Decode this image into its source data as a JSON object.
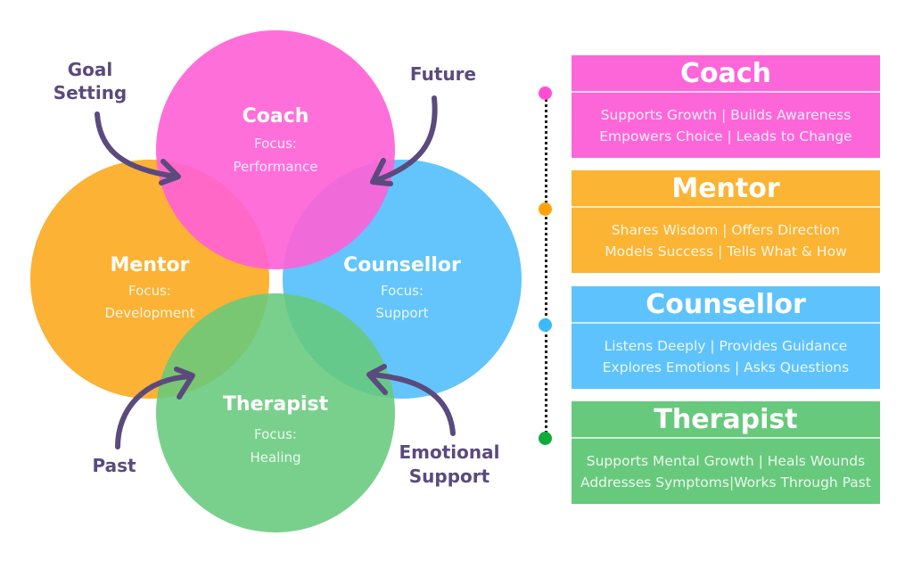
{
  "diagram": {
    "circles": [
      {
        "key": "coach",
        "title": "Coach",
        "focus_label": "Focus:",
        "focus_value": "Performance",
        "color": "#ff5fd6"
      },
      {
        "key": "mentor",
        "title": "Mentor",
        "focus_label": "Focus:",
        "focus_value": "Development",
        "color": "#fbaf2e"
      },
      {
        "key": "counsellor",
        "title": "Counsellor",
        "focus_label": "Focus:",
        "focus_value": "Support",
        "color": "#5ec3fc"
      },
      {
        "key": "therapist",
        "title": "Therapist",
        "focus_label": "Focus:",
        "focus_value": "Healing",
        "color": "#67c97c"
      }
    ],
    "callouts": {
      "goal_setting": [
        "Goal",
        "Setting"
      ],
      "future": "Future",
      "past": "Past",
      "emotional_support": [
        "Emotional",
        "Support"
      ]
    },
    "callout_color": "#5b4a7e"
  },
  "timeline": {
    "dots": [
      {
        "color": "#ff4fd0"
      },
      {
        "color": "#ffa30a"
      },
      {
        "color": "#3bbaff"
      },
      {
        "color": "#0eac3a"
      }
    ]
  },
  "cards": [
    {
      "title": "Coach",
      "lines": [
        "Supports Growth | Builds Awareness",
        "Empowers Choice | Leads to Change"
      ],
      "color": "#fd66d8"
    },
    {
      "title": "Mentor",
      "lines": [
        "Shares Wisdom | Offers Direction",
        "Models Success | Tells What & How"
      ],
      "color": "#fbb433"
    },
    {
      "title": "Counsellor",
      "lines": [
        "Listens Deeply | Provides Guidance",
        "Explores Emotions | Asks Questions"
      ],
      "color": "#5ec3fc"
    },
    {
      "title": "Therapist",
      "lines": [
        "Supports Mental Growth | Heals Wounds",
        "Addresses Symptoms|Works Through Past"
      ],
      "color": "#67c97c"
    }
  ]
}
